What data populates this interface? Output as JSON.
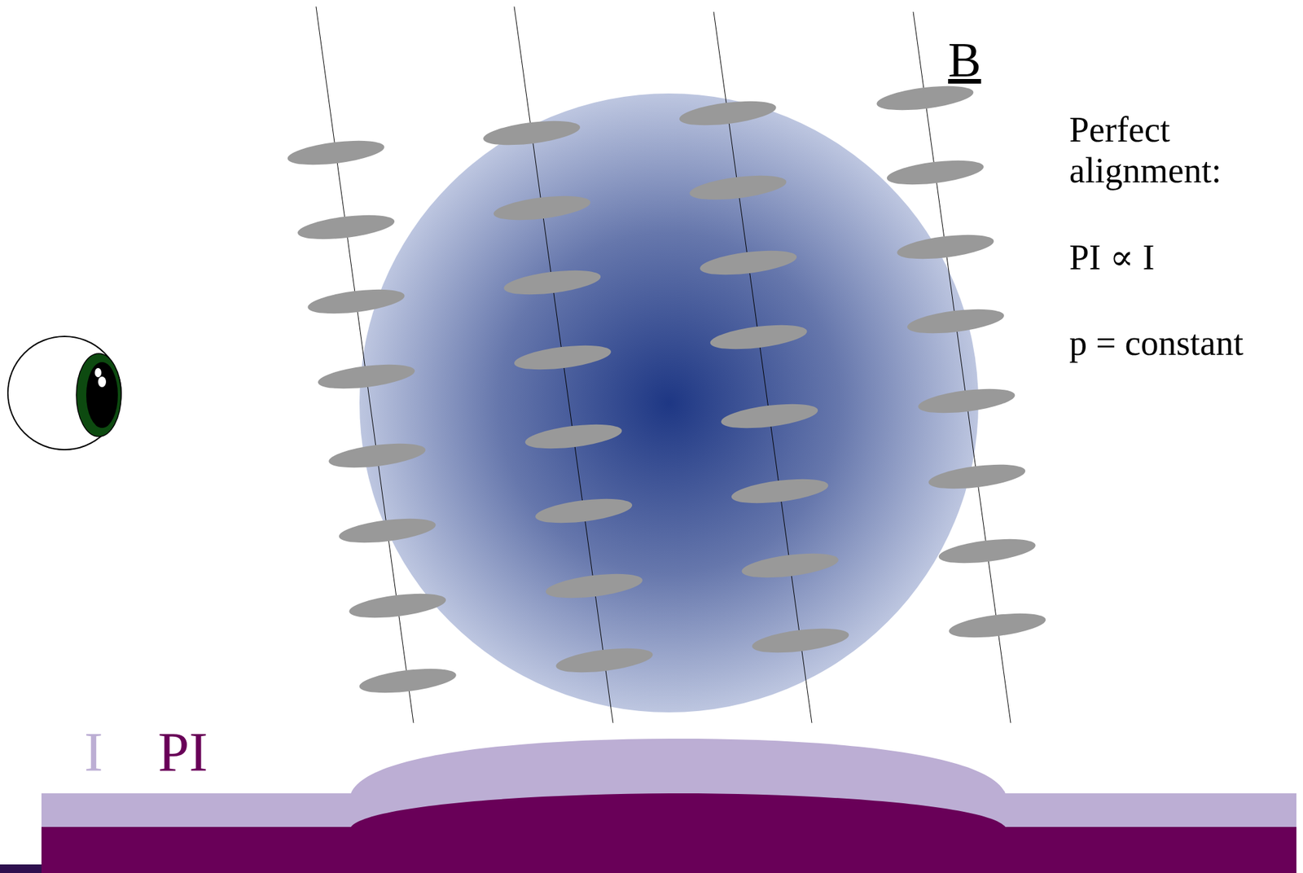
{
  "diagram": {
    "labels": [
      "B",
      "Perfect alignment:",
      "PI ∝ I",
      "p = constant",
      "I",
      "PI"
    ]
  }
}
